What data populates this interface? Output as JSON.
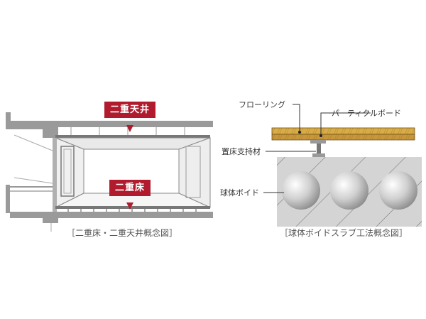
{
  "left_diagram": {
    "tag_ceiling": "二重天井",
    "tag_floor": "二重床",
    "caption": "［二重床・二重天井概念図］"
  },
  "right_diagram": {
    "label_flooring": "フローリング",
    "label_particle_board": "パーティクルボード",
    "label_support": "置床支持材",
    "label_void": "球体ボイド",
    "caption": "［球体ボイドスラブ工法概念図］"
  },
  "colors": {
    "accent_red": "#b01c2e",
    "concrete_gray": "#cfcfcf",
    "wall_gray": "#8a8a8a",
    "wood": "#d7a843"
  }
}
